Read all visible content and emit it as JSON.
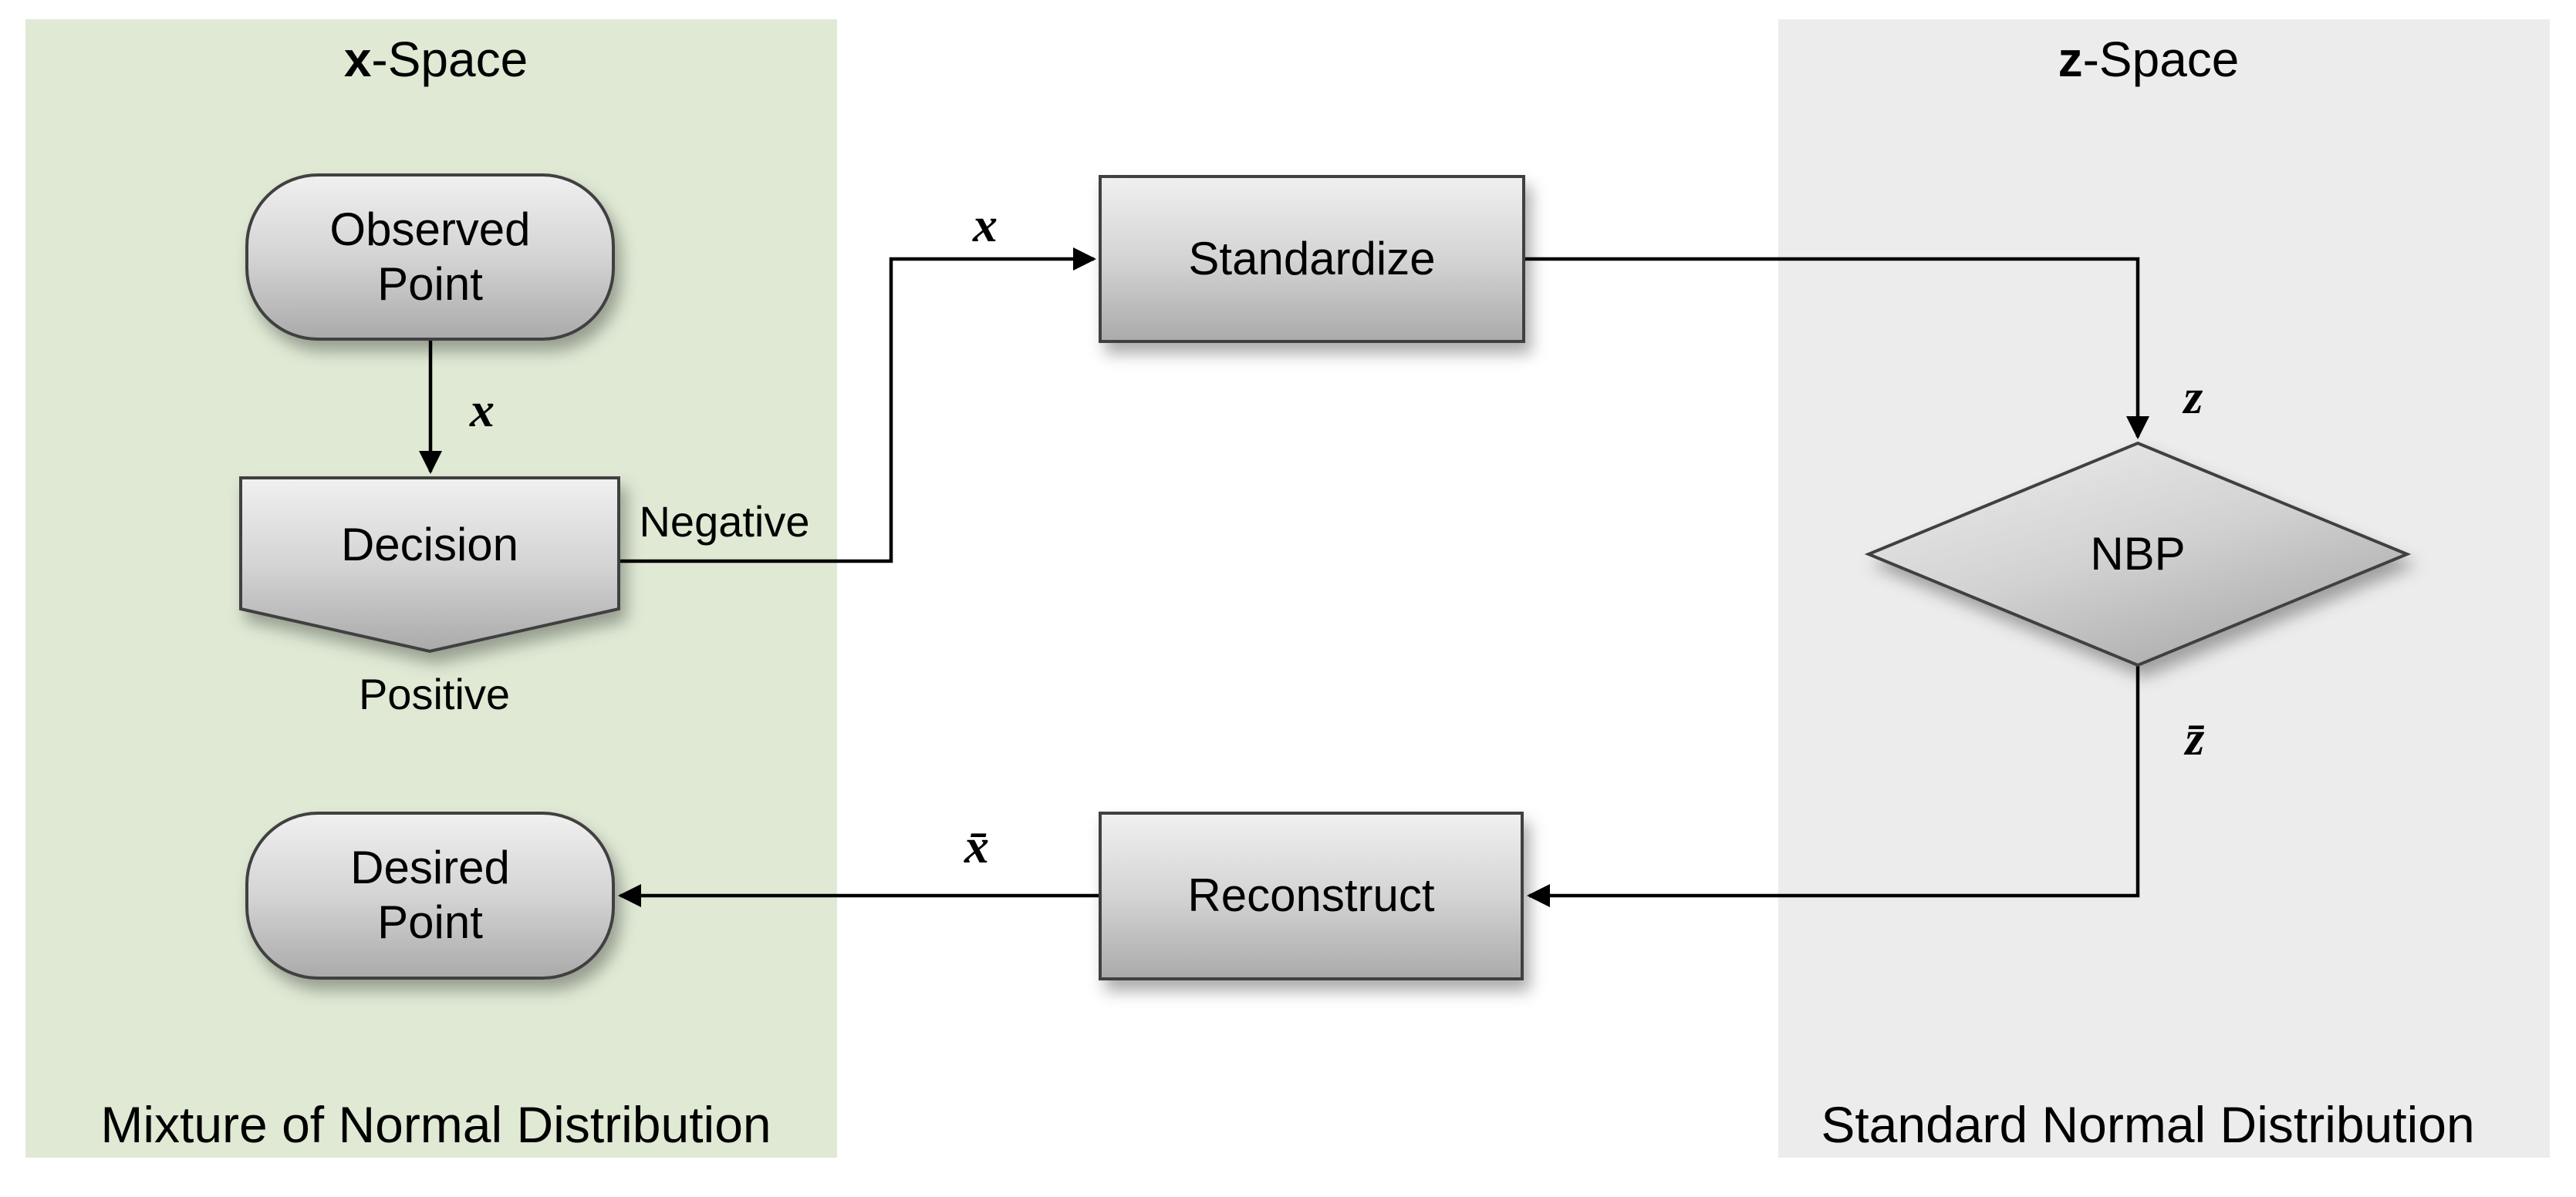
{
  "panels": {
    "x_space": {
      "title_bold": "x",
      "title_rest": "-Space",
      "caption": "Mixture of Normal Distribution",
      "bg_color": "#dfe9d4"
    },
    "z_space": {
      "title_bold": "z",
      "title_rest": "-Space",
      "caption": "Standard Normal Distribution",
      "bg_color": "#ececec"
    }
  },
  "nodes": {
    "observed": {
      "label": "Observed\nPoint",
      "shape": "rounded-rectangle"
    },
    "decision": {
      "label": "Decision",
      "shape": "pentagon-down"
    },
    "desired": {
      "label": "Desired\nPoint",
      "shape": "rounded-rectangle"
    },
    "standardize": {
      "label": "Standardize",
      "shape": "rectangle"
    },
    "reconstruct": {
      "label": "Reconstruct",
      "shape": "rectangle"
    },
    "nbp": {
      "label": "NBP",
      "shape": "diamond"
    }
  },
  "edge_labels": {
    "x_to_decision": "x",
    "x_to_standardize": "x",
    "x_bar_to_desired": "x̄",
    "z_to_nbp": "z",
    "z_bar_from_nbp": "z̄",
    "negative_branch": "Negative",
    "positive_branch": "Positive"
  },
  "colors": {
    "panel_green": "#dfe9d4",
    "panel_gray": "#ececec",
    "shape_fill_top": "#f0f0f0",
    "shape_fill_mid": "#d4d4d4",
    "shape_fill_bottom": "#aaaaaa",
    "shape_border": "#404040",
    "connector": "#000000",
    "text": "#000000"
  }
}
